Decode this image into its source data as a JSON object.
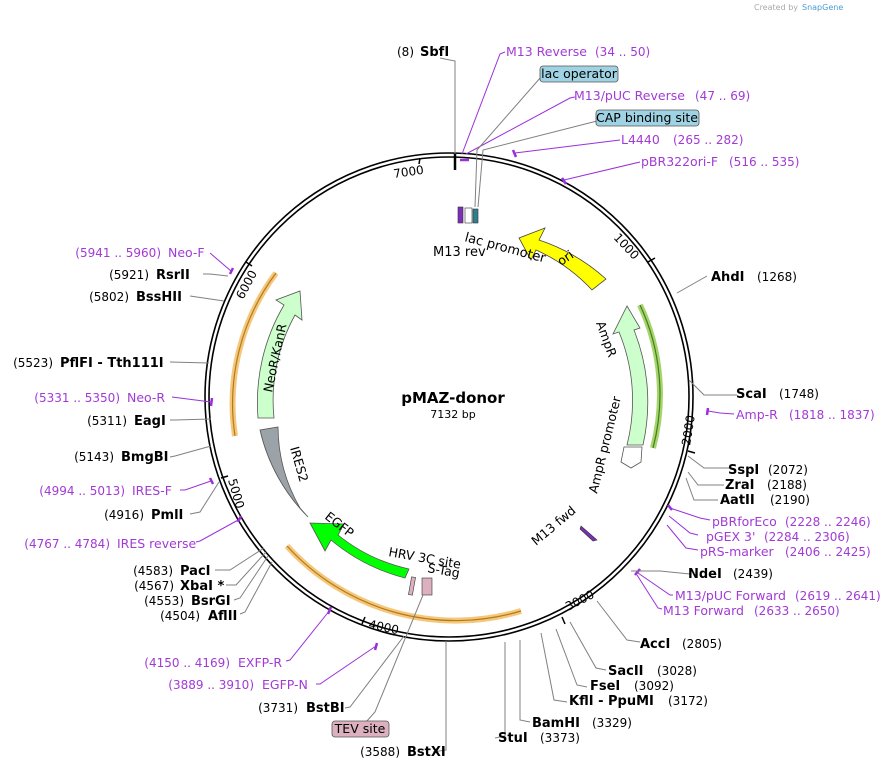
{
  "plasmid": {
    "name": "pMAZ-donor",
    "length_label": "7132 bp",
    "length": 7132
  },
  "credit": {
    "prefix": "Created by",
    "brand": "SnapGene"
  },
  "colors": {
    "backbone": "#000000",
    "enzyme_line": "#808080",
    "primer": "#9b30d9",
    "ori": "#ffff00",
    "ampr": "#ccffcc",
    "neor": "#ccffcc",
    "egfp": "#00ff00",
    "ires": "#9ca3a8",
    "orange_band": "#f5c77a",
    "green_band": "#a6d36b",
    "lac_operator_box": "#9fd3e4",
    "cap_box": "#9fd3e4",
    "tev_box": "#dcb0bf"
  },
  "ticks": [
    "1000",
    "2000",
    "3000",
    "4000",
    "5000",
    "6000",
    "7000"
  ],
  "enzymes": [
    {
      "name": "SbfI",
      "pos": "(8)"
    },
    {
      "name": "AhdI",
      "pos": "(1268)"
    },
    {
      "name": "ScaI",
      "pos": "(1748)"
    },
    {
      "name": "SspI",
      "pos": "(2072)"
    },
    {
      "name": "ZraI",
      "pos": "(2188)"
    },
    {
      "name": "AatII",
      "pos": "(2190)"
    },
    {
      "name": "NdeI",
      "pos": "(2439)"
    },
    {
      "name": "AccI",
      "pos": "(2805)"
    },
    {
      "name": "SacII",
      "pos": "(3028)"
    },
    {
      "name": "FseI",
      "pos": "(3092)"
    },
    {
      "name": "KflI - PpuMI",
      "pos": "(3172)"
    },
    {
      "name": "BamHI",
      "pos": "(3329)"
    },
    {
      "name": "StuI",
      "pos": "(3373)"
    },
    {
      "name": "BstXI",
      "pos": "(3588)"
    },
    {
      "name": "BstBI",
      "pos": "(3731)"
    },
    {
      "name": "AflII",
      "pos": "(4504)"
    },
    {
      "name": "BsrGI",
      "pos": "(4553)"
    },
    {
      "name": "XbaI *",
      "pos": "(4567)"
    },
    {
      "name": "PacI",
      "pos": "(4583)"
    },
    {
      "name": "PmlI",
      "pos": "(4916)"
    },
    {
      "name": "BmgBI",
      "pos": "(5143)"
    },
    {
      "name": "EagI",
      "pos": "(5311)"
    },
    {
      "name": "PflFI - Tth111I",
      "pos": "(5523)"
    },
    {
      "name": "BssHII",
      "pos": "(5802)"
    },
    {
      "name": "RsrII",
      "pos": "(5921)"
    }
  ],
  "primers": [
    {
      "name": "M13 Reverse",
      "range": "(34 .. 50)"
    },
    {
      "name": "M13/pUC Reverse",
      "range": "(47 .. 69)"
    },
    {
      "name": "L4440",
      "range": "(265 .. 282)"
    },
    {
      "name": "pBR322ori-F",
      "range": "(516 .. 535)"
    },
    {
      "name": "Amp-R",
      "range": "(1818 .. 1837)"
    },
    {
      "name": "pBRforEco",
      "range": "(2228 .. 2246)"
    },
    {
      "name": "pGEX 3'",
      "range": "(2284 .. 2306)"
    },
    {
      "name": "pRS-marker",
      "range": "(2406 .. 2425)"
    },
    {
      "name": "M13/pUC Forward",
      "range": "(2619 .. 2641)"
    },
    {
      "name": "M13 Forward",
      "range": "(2633 .. 2650)"
    },
    {
      "name": "EGFP-N",
      "range": "(3889 .. 3910)"
    },
    {
      "name": "EXFP-R",
      "range": "(4150 .. 4169)"
    },
    {
      "name": "IRES reverse",
      "range": "(4767 .. 4784)"
    },
    {
      "name": "IRES-F",
      "range": "(4994 .. 5013)"
    },
    {
      "name": "Neo-R",
      "range": "(5331 .. 5350)"
    },
    {
      "name": "Neo-F",
      "range": "(5941 .. 5960)"
    }
  ],
  "boxes": [
    {
      "label": "lac operator"
    },
    {
      "label": "CAP binding site"
    },
    {
      "label": "TEV site"
    }
  ],
  "features": {
    "ori": "ori",
    "ampr": "AmpR",
    "ampr_promoter": "AmpR promoter",
    "neor": "NeoR/KanR",
    "ires": "IRES2",
    "egfp": "EGFP",
    "lac_promoter": "lac promoter",
    "m13_rev": "M13 rev",
    "m13_fwd": "M13 fwd",
    "hrv": "HRV 3C site",
    "stag": "S-Tag"
  }
}
